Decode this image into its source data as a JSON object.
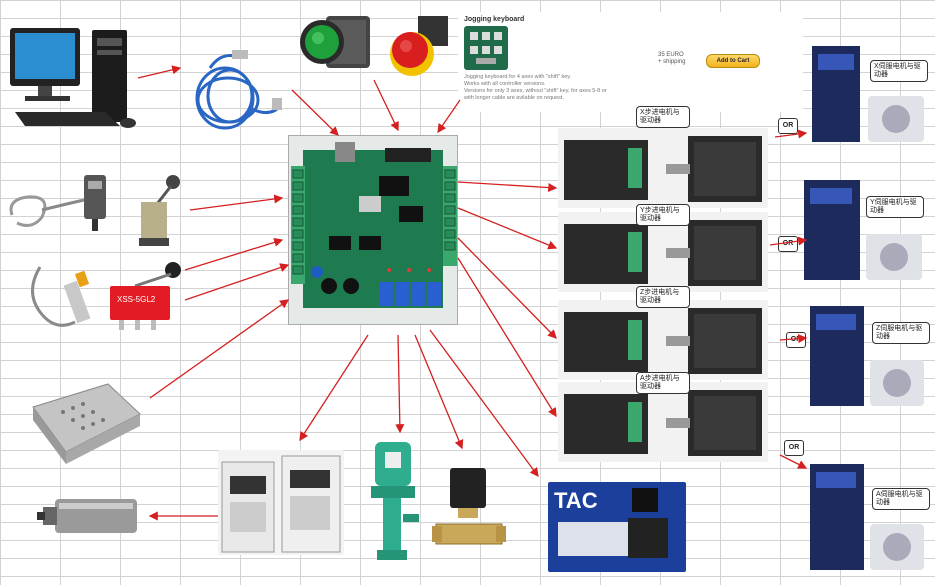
{
  "keyboard": {
    "title": "Jogging keyboard",
    "price": "35 EURO",
    "shipping": "+ shipping",
    "button": "Add to Cart",
    "desc1": "Jogging keyboard for 4 axes with \"shift\" key.",
    "desc2": "Works with all controller versions.",
    "desc3": "Versions for only 3 axes, without \"shift\" key, for axes 5-8 or",
    "desc4": "with longer cable are avilable on request."
  },
  "stepper_labels": [
    "X步进电机与驱动器",
    "Y步进电机与驱动器",
    "Z步进电机与驱动器",
    "A步进电机与驱动器"
  ],
  "servo_labels": [
    "X伺服电机与驱动器",
    "Y伺服电机与驱动器",
    "Z伺服电机与驱动器",
    "A伺服电机与驱动器"
  ],
  "or_text": "OR",
  "switch_text": "XSS-5GL2",
  "colors": {
    "arrow": "#d42020",
    "grid": "#cfcfcf",
    "pcb": "#1e7b4f",
    "terminal": "#3aa76d"
  },
  "components": [
    {
      "name": "computer",
      "icon": "desktop-pc-icon"
    },
    {
      "name": "usb-cable",
      "icon": "usb-cable-icon"
    },
    {
      "name": "green-button",
      "icon": "push-button-icon"
    },
    {
      "name": "emergency-stop",
      "icon": "emergency-stop-icon"
    },
    {
      "name": "probe-sensor",
      "icon": "probe-icon"
    },
    {
      "name": "limit-switch",
      "icon": "limit-switch-icon"
    },
    {
      "name": "proximity-sensor",
      "icon": "proximity-sensor-icon"
    },
    {
      "name": "micro-switch",
      "icon": "micro-switch-icon"
    },
    {
      "name": "power-supply",
      "icon": "power-supply-icon"
    },
    {
      "name": "spindle",
      "icon": "spindle-icon"
    },
    {
      "name": "inverter",
      "icon": "inverter-icon"
    },
    {
      "name": "coolant-pump",
      "icon": "pump-icon"
    },
    {
      "name": "solenoid-valve",
      "icon": "valve-icon"
    },
    {
      "name": "airtac-valve",
      "icon": "pneumatic-valve-icon"
    },
    {
      "name": "controller-board",
      "icon": "pcb-icon"
    }
  ]
}
